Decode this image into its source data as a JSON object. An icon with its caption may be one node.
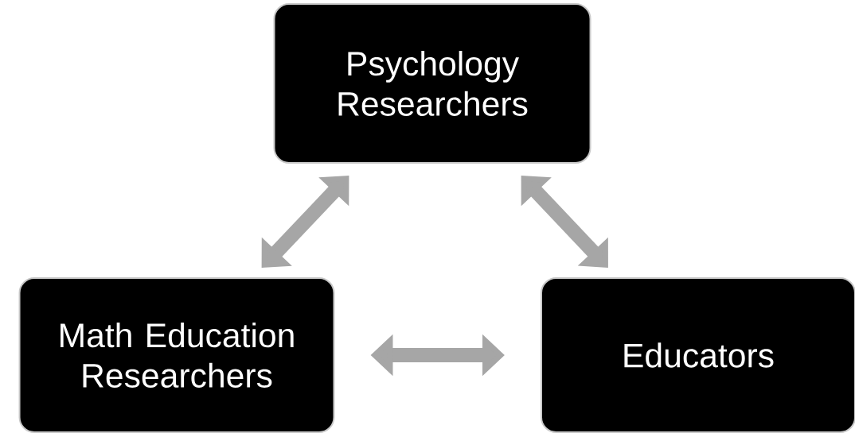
{
  "diagram": {
    "nodes": [
      {
        "text": [
          "Psychology Researchers"
        ]
      },
      {
        "text": [
          "Math Education Researchers"
        ]
      },
      {
        "text": [
          "Educators"
        ]
      }
    ],
    "edges": [
      {
        "from": 1,
        "to": 0,
        "arrow": "both"
      },
      {
        "from": 0,
        "to": 2,
        "arrow": "both"
      },
      {
        "from": 1,
        "to": 2,
        "arrow": "both"
      }
    ]
  }
}
